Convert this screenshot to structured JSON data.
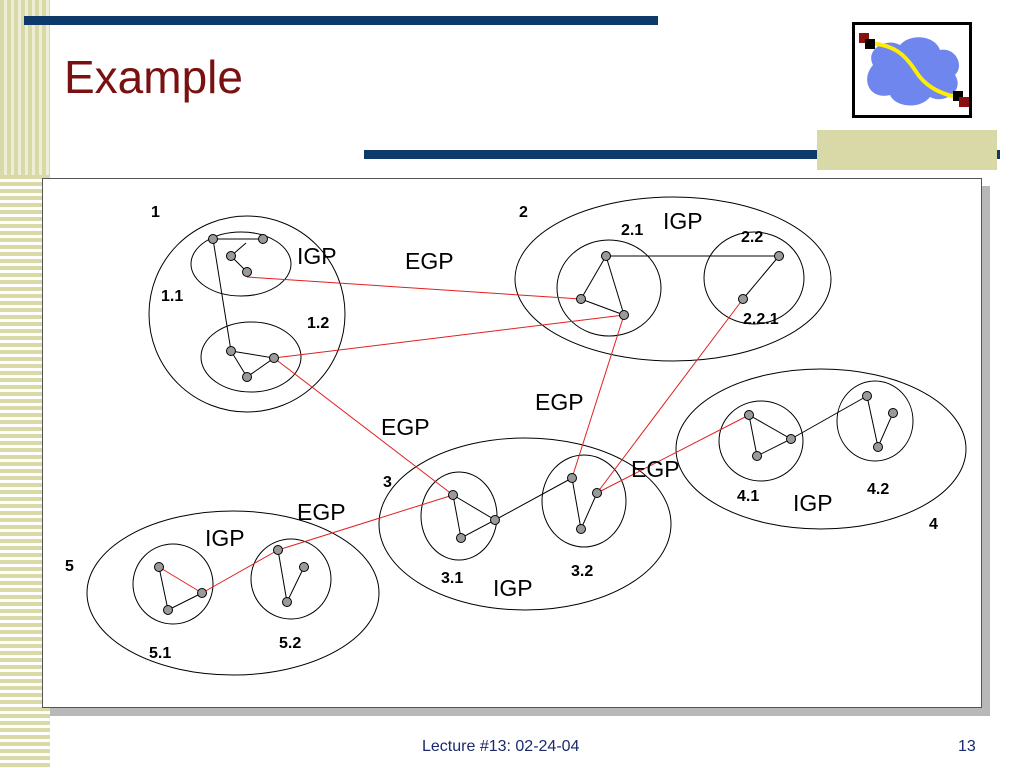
{
  "slide": {
    "title": "Example",
    "footer": "Lecture #13: 02-24-04",
    "page_number": "13"
  },
  "colors": {
    "title": "#7a1010",
    "bars": "#0e3a6b",
    "accent": "#d9d9a8",
    "egp_link": "#e02020",
    "cloud": "#6f86ee"
  },
  "diagram": {
    "as_labels": [
      "1",
      "2",
      "3",
      "4",
      "5"
    ],
    "subnet_labels": [
      "1.1",
      "1.2",
      "2.1",
      "2.2",
      "2.2.1",
      "3.1",
      "3.2",
      "4.1",
      "4.2",
      "5.1",
      "5.2"
    ],
    "protocols": {
      "igp": "IGP",
      "egp": "EGP"
    }
  }
}
